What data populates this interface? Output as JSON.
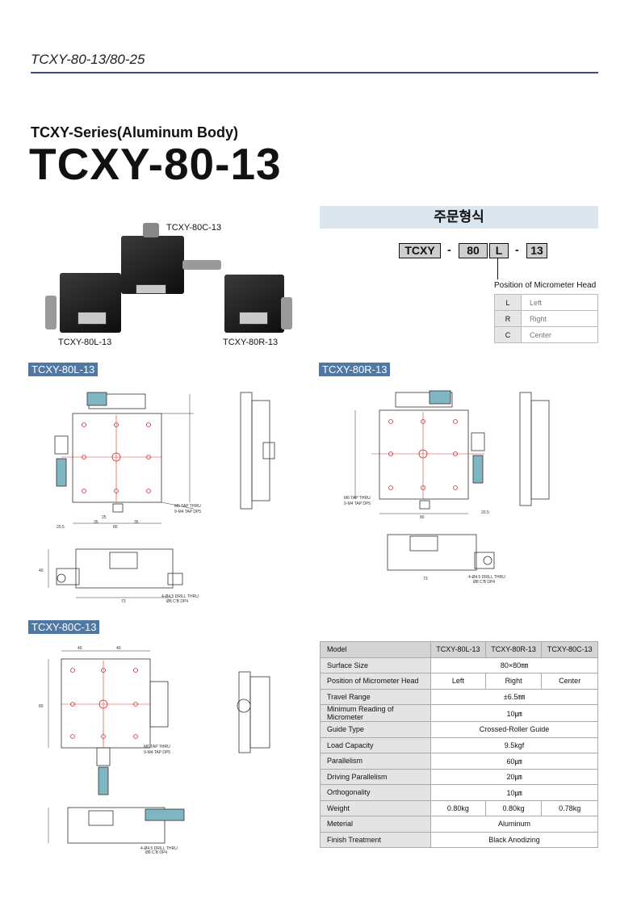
{
  "header": {
    "title": "TCXY-80-13/80-25"
  },
  "series_title": "TCXY-Series(Aluminum Body)",
  "model_title": "TCXY-80-13",
  "photos": {
    "center_caption": "TCXY-80C-13",
    "left_caption": "TCXY-80L-13",
    "right_caption": "TCXY-80R-13"
  },
  "order": {
    "title": "주문형식",
    "code_parts": [
      "TCXY",
      "80",
      "L",
      "13"
    ],
    "dash": "-",
    "position_label": "Position of Micrometer Head",
    "positions": [
      {
        "code": "L",
        "name": "Left"
      },
      {
        "code": "R",
        "name": "Right"
      },
      {
        "code": "C",
        "name": "Center"
      }
    ]
  },
  "sections": {
    "left": "TCXY-80L-13",
    "right": "TCXY-80R-13",
    "center": "TCXY-80C-13"
  },
  "drawing_notes": {
    "tap_thru": "M6 TAP THRU",
    "tap_dp": "9-M4 TAP DP5",
    "drill_1": "4-Ø4.5 DRILL THRU",
    "drill_2": "Ø8 C'B DP4",
    "dim_80": "80",
    "dim_35": "35",
    "dim_25": "25",
    "dim_20_5": "20.5",
    "dim_73": "73",
    "dim_40": "40"
  },
  "spec": {
    "header": [
      "Model",
      "TCXY-80L-13",
      "TCXY-80R-13",
      "TCXY-80C-13"
    ],
    "rows": [
      {
        "label": "Surface Size",
        "value": "80×80㎜"
      },
      {
        "label": "Position of Micrometer Head",
        "values": [
          "Left",
          "Right",
          "Center"
        ]
      },
      {
        "label": "Travel Range",
        "value": "±6.5㎜"
      },
      {
        "label": "Minimum Reading of Micrometer",
        "value": "10㎛"
      },
      {
        "label": "Guide Type",
        "value": "Crossed-Roller Guide"
      },
      {
        "label": "Load Capacity",
        "value": "9.5kgf"
      },
      {
        "label": "Parallelism",
        "value": "60㎛"
      },
      {
        "label": "Driving Parallelism",
        "value": "20㎛"
      },
      {
        "label": "Orthogonality",
        "value": "10㎛"
      },
      {
        "label": "Weight",
        "values": [
          "0.80kg",
          "0.80kg",
          "0.78kg"
        ]
      },
      {
        "label": "Meterial",
        "value": "Aluminum"
      },
      {
        "label": "Finish Treatment",
        "value": "Black Anodizing"
      }
    ]
  }
}
